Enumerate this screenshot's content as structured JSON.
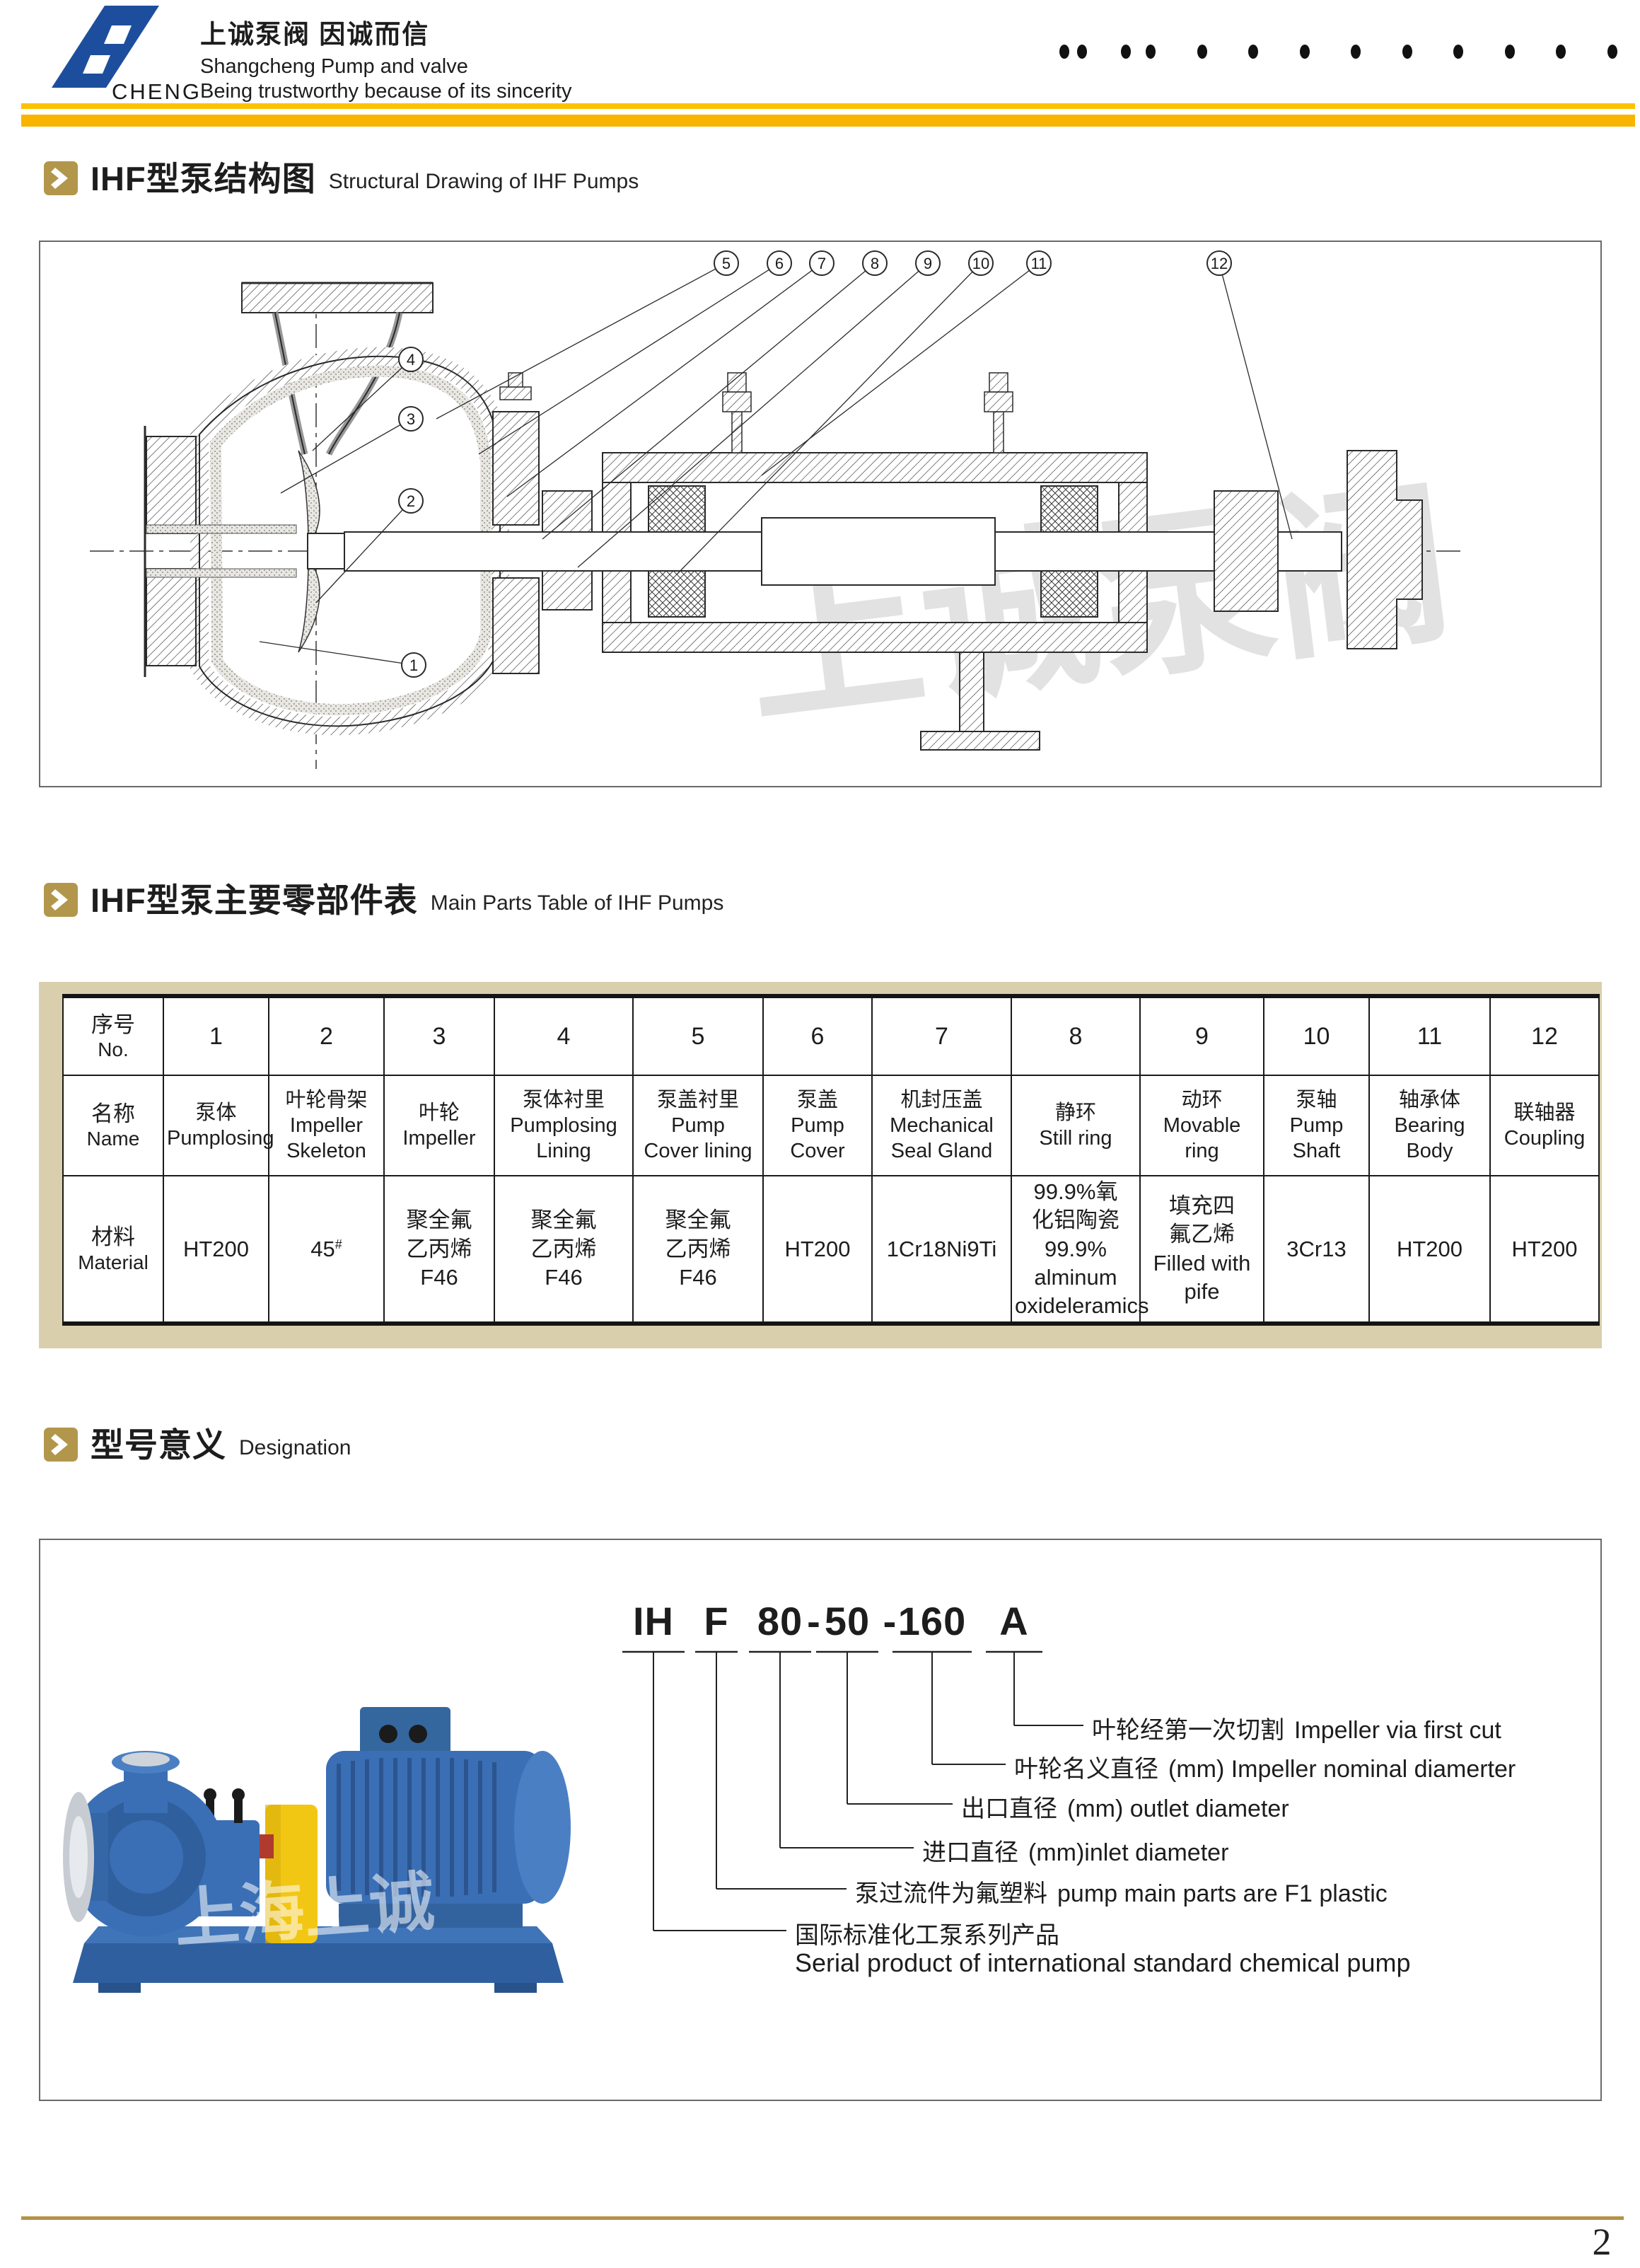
{
  "header": {
    "logo_text": "CHENG",
    "slogan_cn": "上诚泵阀  因诚而信",
    "company_en": "Shangcheng Pump and valve",
    "tagline_en": "Being trustworthy because of its sincerity",
    "dots_count": 13
  },
  "colors": {
    "accent_gold": "#b2964b",
    "bar_amber": "#f9b400",
    "logo_blue": "#1d4e9e",
    "table_band_tan": "#d9cfac",
    "footer_gold": "#b29347"
  },
  "section_structure": {
    "title_cn": "IHF型泵结构图",
    "title_en": "Structural Drawing of IHF Pumps"
  },
  "drawing": {
    "watermark": "上诚泵阀",
    "callouts": [
      "1",
      "2",
      "3",
      "4",
      "5",
      "6",
      "7",
      "8",
      "9",
      "10",
      "11",
      "12"
    ]
  },
  "section_parts": {
    "title_cn": "IHF型泵主要零部件表",
    "title_en": "Main Parts Table of IHF Pumps"
  },
  "parts_table": {
    "row_headers": {
      "no": {
        "cn": "序号",
        "en": "No."
      },
      "name": {
        "cn": "名称",
        "en": "Name"
      },
      "mat": {
        "cn": "材料",
        "en": "Material"
      }
    },
    "columns": [
      {
        "no": "1",
        "name": "泵体\nPumplosing",
        "material": "HT200"
      },
      {
        "no": "2",
        "name": "叶轮骨架\nImpeller\nSkeleton",
        "material": "45",
        "material_sup": "#"
      },
      {
        "no": "3",
        "name": "叶轮\nImpeller",
        "material": "聚全氟\n乙丙烯\nF46"
      },
      {
        "no": "4",
        "name": "泵体衬里\nPumplosing\nLining",
        "material": "聚全氟\n乙丙烯\nF46"
      },
      {
        "no": "5",
        "name": "泵盖衬里\nPump\nCover lining",
        "material": "聚全氟\n乙丙烯\nF46"
      },
      {
        "no": "6",
        "name": "泵盖\nPump\nCover",
        "material": "HT200"
      },
      {
        "no": "7",
        "name": "机封压盖\nMechanical\nSeal Gland",
        "material": "1Cr18Ni9Ti"
      },
      {
        "no": "8",
        "name": "静环\nStill ring",
        "material": "99.9%氧\n化铝陶瓷\n99.9%\nalminum\noxideleramics"
      },
      {
        "no": "9",
        "name": "动环\nMovable\nring",
        "material": "填充四\n氟乙烯\nFilled with\npife"
      },
      {
        "no": "10",
        "name": "泵轴\nPump\nShaft",
        "material": "3Cr13"
      },
      {
        "no": "11",
        "name": "轴承体\nBearing\nBody",
        "material": "HT200"
      },
      {
        "no": "12",
        "name": "联轴器\nCoupling",
        "material": "HT200"
      }
    ]
  },
  "section_designation": {
    "title_cn": "型号意义",
    "title_en": "Designation"
  },
  "designation": {
    "model_tokens": [
      "IH",
      "F",
      "80",
      "50",
      "160",
      "A"
    ],
    "separator": "-",
    "notes": [
      {
        "cn": "叶轮经第一次切割",
        "en": "Impeller via first cut"
      },
      {
        "cn": "叶轮名义直径",
        "en": "(mm) Impeller nominal diamerter"
      },
      {
        "cn": "出口直径",
        "en": "(mm) outlet diameter"
      },
      {
        "cn": "进口直径",
        "en": "(mm)inlet diameter"
      },
      {
        "cn": "泵过流件为氟塑料",
        "en": "pump main parts are F1 plastic"
      },
      {
        "cn": "国际标准化工泵系列产品",
        "en": "Serial product of international standard chemical pump"
      }
    ],
    "photo_watermark": "上海上诚"
  },
  "footer": {
    "page_number": "2"
  }
}
